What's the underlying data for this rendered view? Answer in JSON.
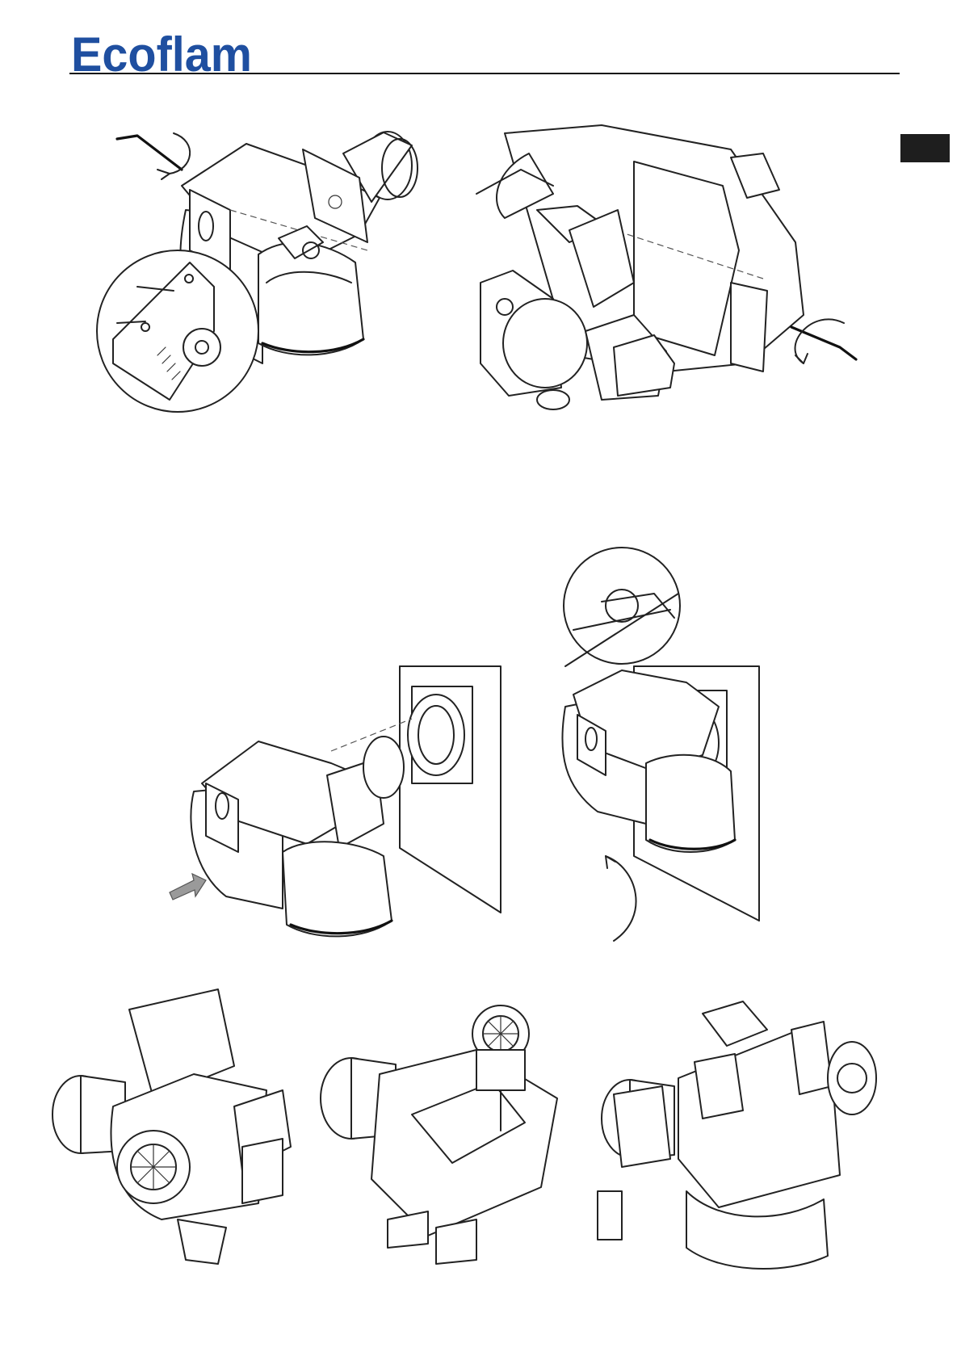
{
  "header": {
    "logo_text": "Ecoflam",
    "brand_color": "#1f4fa0"
  },
  "page_tab": {
    "color": "#1e1e1e"
  },
  "figures": [
    {
      "id": "fig-1",
      "icon": "burner-detail-with-hex-key"
    },
    {
      "id": "fig-2",
      "icon": "burner-rear-with-hex-key"
    },
    {
      "id": "fig-3",
      "icon": "burner-mounting-push"
    },
    {
      "id": "fig-4",
      "icon": "burner-mounted-rotate"
    },
    {
      "id": "fig-5",
      "icon": "burner-bottom-view"
    },
    {
      "id": "fig-6",
      "icon": "burner-top-view"
    },
    {
      "id": "fig-7",
      "icon": "burner-side-view"
    }
  ]
}
